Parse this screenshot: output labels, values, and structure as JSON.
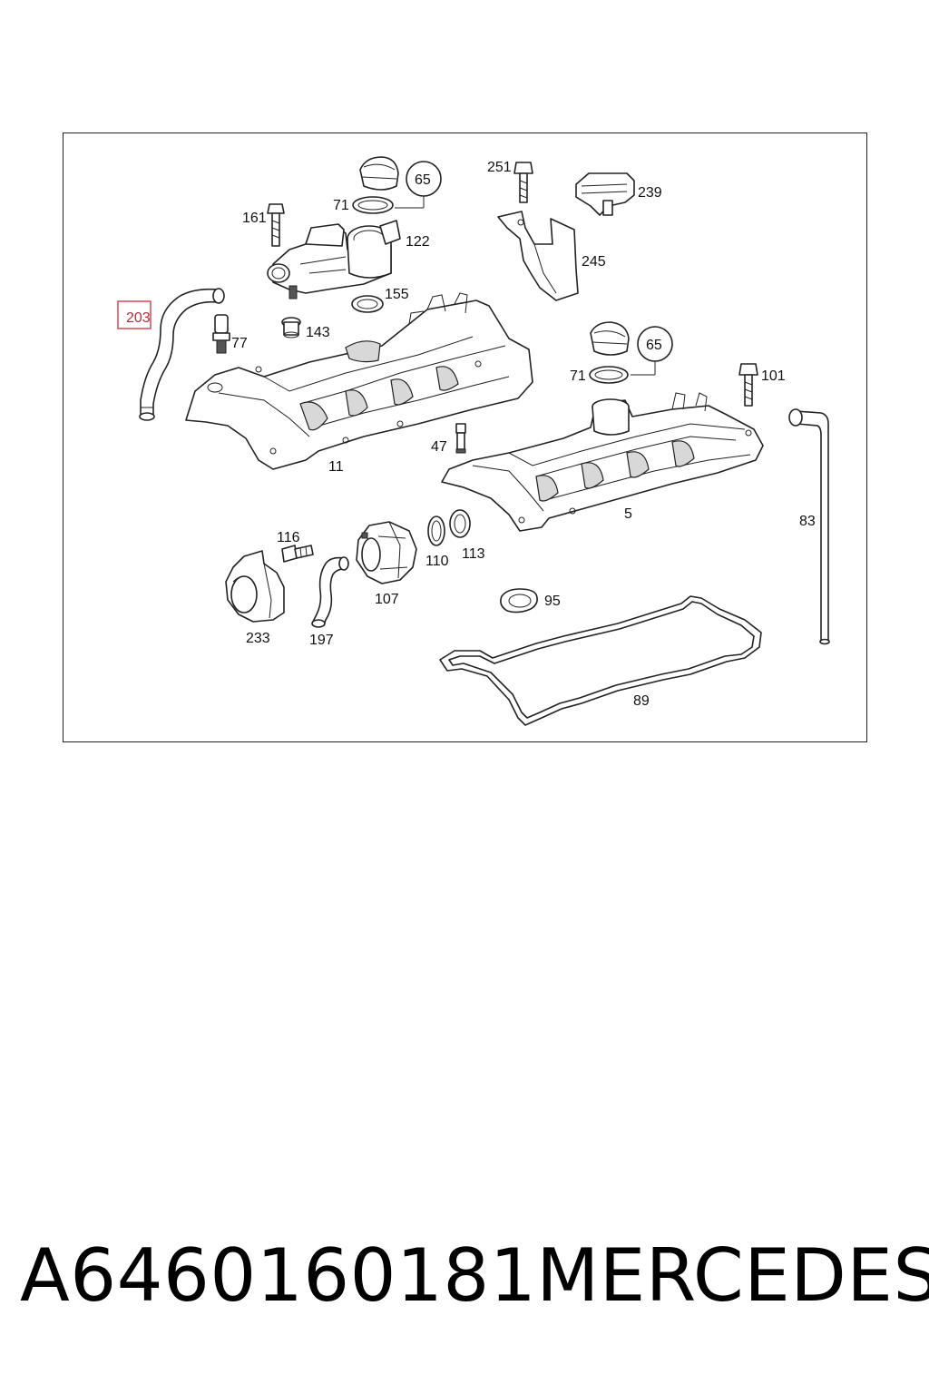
{
  "diagram": {
    "labels": {
      "p251": "251",
      "p239": "239",
      "p65a": "65",
      "p71a": "71",
      "p161": "161",
      "p122": "122",
      "p245": "245",
      "p203": "203",
      "p155": "155",
      "p77": "77",
      "p143": "143",
      "p65b": "65",
      "p71b": "71",
      "p101": "101",
      "p47": "47",
      "p11": "11",
      "p5": "5",
      "p83": "83",
      "p116": "116",
      "p110": "110",
      "p113": "113",
      "p107": "107",
      "p95": "95",
      "p233": "233",
      "p197": "197",
      "p89": "89"
    },
    "highlighted_part": "203"
  },
  "caption": {
    "part_number": "A6460160181",
    "brand": "MERCEDES"
  },
  "colors": {
    "line": "#222222",
    "highlight_box": "#e05060",
    "highlight_text": "#b03040"
  }
}
